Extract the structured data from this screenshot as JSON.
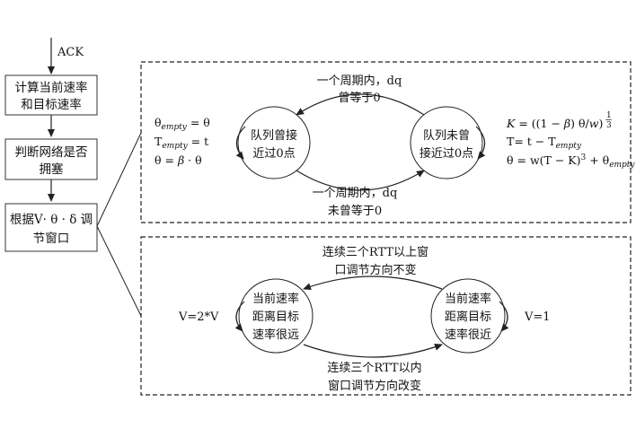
{
  "flow": {
    "input": "ACK",
    "steps": [
      [
        "计算当前速率",
        "和目标速率"
      ],
      [
        "判断网络是否",
        "拥塞"
      ],
      [
        "根据V· θ · δ 调",
        "节窗口"
      ]
    ]
  },
  "top_panel": {
    "left_state": [
      "队列曾接",
      "近过0点"
    ],
    "right_state": [
      "队列未曾",
      "接近过0点"
    ],
    "top_arrow_label": [
      "一个周期内，dq",
      "曾等于0"
    ],
    "bottom_arrow_label": [
      "一个周期内，dq",
      "未曾等于0"
    ],
    "left_formulas": {
      "theta": "θ",
      "empty": "empty",
      "eq_theta": " = θ",
      "T": "T",
      "eq_t": " = t",
      "theta_update": "θ = ",
      "beta": "β",
      "dot_theta": " · θ"
    },
    "right_formulas": {
      "K": "K",
      "k_rhs": " = ((1 − ",
      "beta": "β",
      "k_rhs2": ") θ/",
      "w": "w",
      "k_close": ")",
      "exp_num": "1",
      "exp_den": "3",
      "T_line": "T= t − T",
      "empty": "empty",
      "theta_line": "θ = w(T − K)",
      "cube": "3",
      "plus": " + θ"
    }
  },
  "bottom_panel": {
    "left_state": [
      "当前速率",
      "距离目标",
      "速率很远"
    ],
    "right_state": [
      "当前速率",
      "距离目标",
      "速率很近"
    ],
    "top_arrow_label": [
      "连续三个RTT以上窗",
      "口调节方向不变"
    ],
    "bottom_arrow_label": [
      "连续三个RTT以内",
      "窗口调节方向改变"
    ],
    "left_loop": "V=2*V",
    "right_loop": "V=1"
  }
}
